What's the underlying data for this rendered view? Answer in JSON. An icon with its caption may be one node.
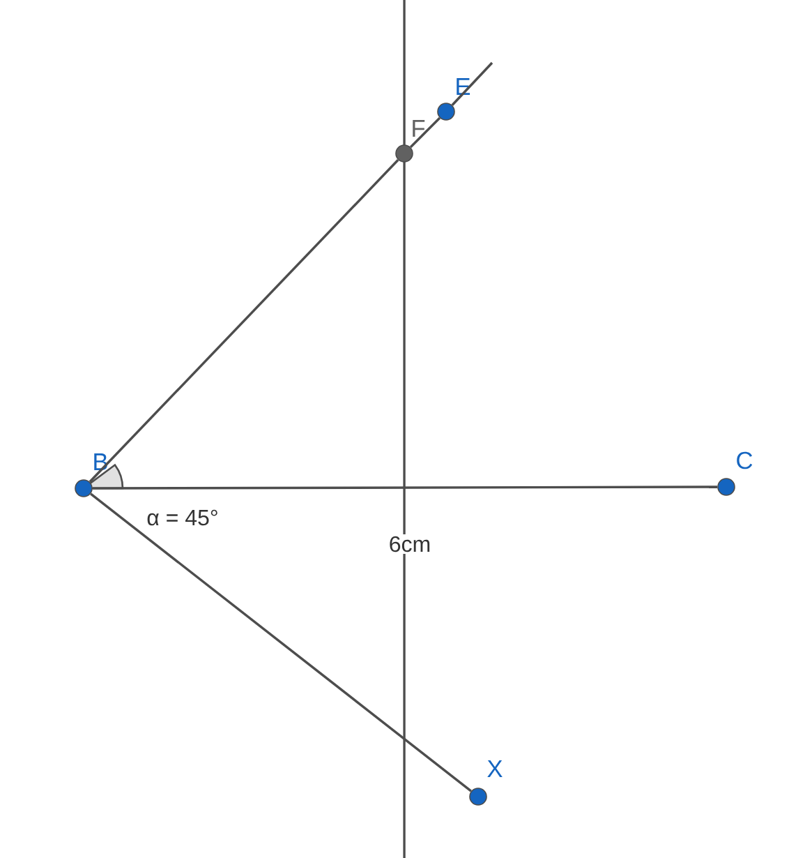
{
  "diagram": {
    "nodes": [
      {
        "text": [
          "E"
        ]
      },
      {
        "text": [
          "F"
        ]
      },
      {
        "text": [
          "B"
        ]
      },
      {
        "text": [
          "C"
        ]
      },
      {
        "text": [
          "X"
        ]
      }
    ],
    "edges": [
      {
        "from": 2,
        "to": 1,
        "arrow": "none"
      },
      {
        "from": 1,
        "to": 0,
        "arrow": "none"
      },
      {
        "from": 0,
        "to": null,
        "arrow": "none"
      },
      {
        "from": 2,
        "to": 3,
        "arrow": "none",
        "label": "6cm"
      },
      {
        "from": 2,
        "to": 4,
        "arrow": "none"
      }
    ],
    "labels": [
      "α = 45°"
    ]
  }
}
